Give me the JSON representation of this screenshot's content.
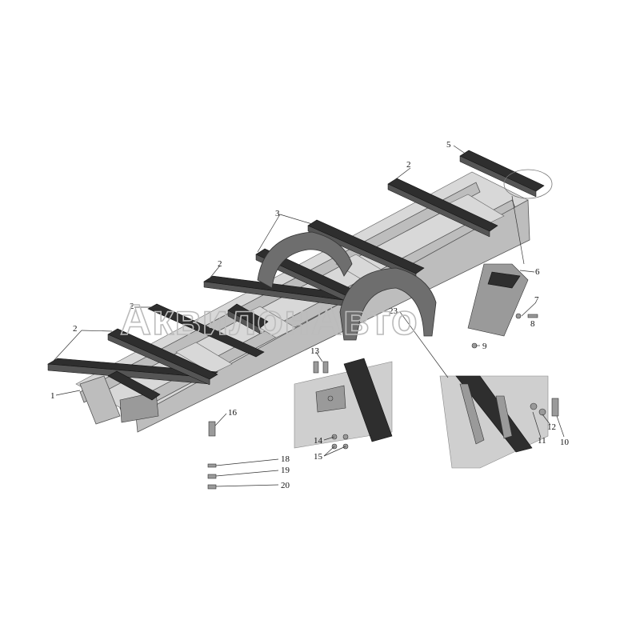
{
  "watermark": "АквилонАвто",
  "callouts": [
    {
      "id": "c1",
      "label": "1"
    },
    {
      "id": "c2a",
      "label": "2"
    },
    {
      "id": "c2b",
      "label": "2"
    },
    {
      "id": "c2c",
      "label": "2"
    },
    {
      "id": "c2d",
      "label": "2"
    },
    {
      "id": "c3",
      "label": "3"
    },
    {
      "id": "c5",
      "label": "5"
    },
    {
      "id": "c6",
      "label": "6"
    },
    {
      "id": "c7",
      "label": "7"
    },
    {
      "id": "c8",
      "label": "8"
    },
    {
      "id": "c9",
      "label": "9"
    },
    {
      "id": "c10",
      "label": "10"
    },
    {
      "id": "c11",
      "label": "11"
    },
    {
      "id": "c12",
      "label": "12"
    },
    {
      "id": "c13",
      "label": "13"
    },
    {
      "id": "c14",
      "label": "14"
    },
    {
      "id": "c15",
      "label": "15"
    },
    {
      "id": "c16",
      "label": "16"
    },
    {
      "id": "c18",
      "label": "18"
    },
    {
      "id": "c19",
      "label": "19"
    },
    {
      "id": "c20",
      "label": "20"
    },
    {
      "id": "c23",
      "label": "23"
    }
  ]
}
